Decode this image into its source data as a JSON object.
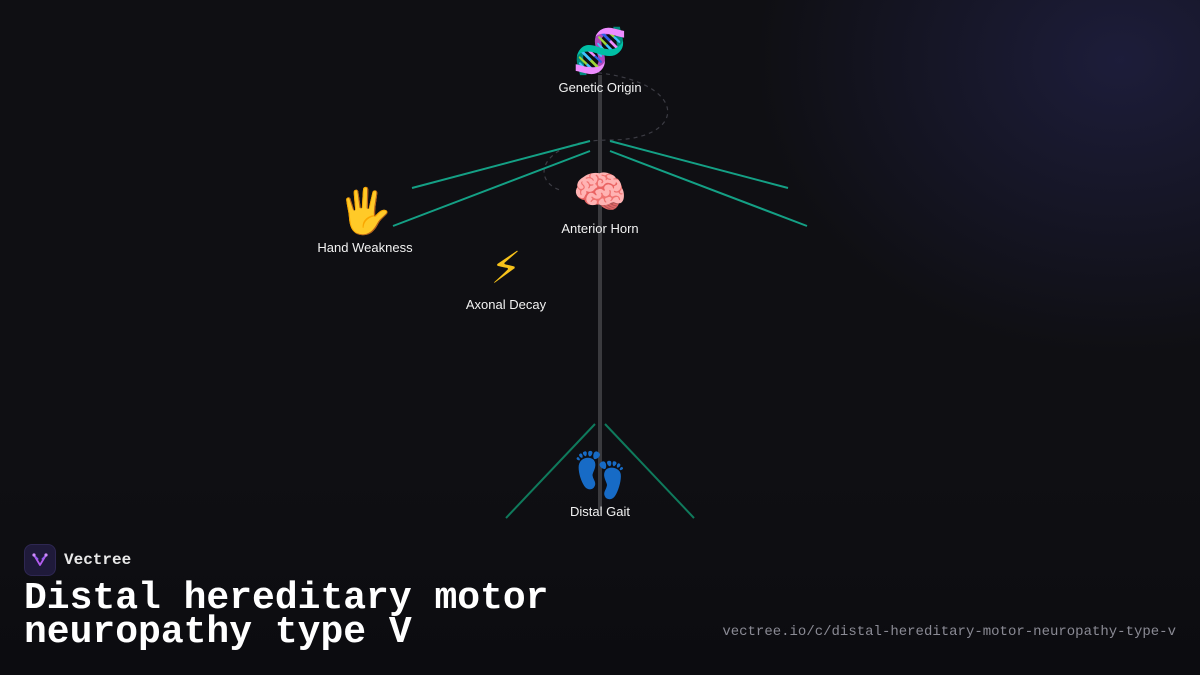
{
  "nodes": [
    {
      "id": "genetic-origin",
      "label": "Genetic Origin",
      "icon": "dna-icon",
      "glyph": "🧬"
    },
    {
      "id": "anterior-horn",
      "label": "Anterior Horn",
      "icon": "brain-icon",
      "glyph": "🧠"
    },
    {
      "id": "hand-weakness",
      "label": "Hand Weakness",
      "icon": "hand-icon",
      "glyph": "🖐"
    },
    {
      "id": "axonal-decay",
      "label": "Axonal Decay",
      "icon": "lightning-icon",
      "glyph": "⚡"
    },
    {
      "id": "distal-gait",
      "label": "Distal Gait",
      "icon": "footprints-icon",
      "glyph": "👣"
    }
  ],
  "colors": {
    "background": "#0f0f13",
    "spine": "#3a3a3e",
    "branch_upper": "#14a085",
    "branch_lower": "#0f7a5c",
    "dashed": "#3c3c44",
    "brand_accent": "#b45cf0"
  },
  "brand": {
    "name": "Vectree",
    "logo_icon": "vectree-logo-icon"
  },
  "title": {
    "line1": "Distal hereditary motor",
    "line2": "neuropathy type V"
  },
  "url": "vectree.io/c/distal-hereditary-motor-neuropathy-type-v"
}
